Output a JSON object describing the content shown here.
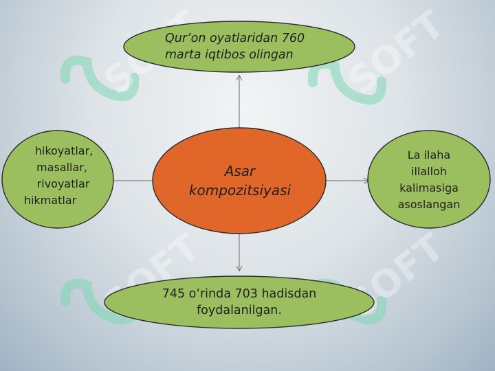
{
  "watermark": "SOFT",
  "center": {
    "lines": [
      "Asar",
      "kompozitsiyasi"
    ]
  },
  "top": {
    "lines": [
      "Qur’on oyatlaridan 760",
      "marta iqtibos olingan"
    ]
  },
  "left": {
    "lines": [
      "hikoyatlar,",
      "masallar,",
      "rivoyatlar",
      "hikmatlar"
    ]
  },
  "right": {
    "lines": [
      "La ilaha",
      "illalloh",
      "kalimasiga",
      "asoslangan"
    ]
  },
  "bottom": {
    "lines": [
      "745 o‘rinda 703 hadisdan",
      "foydalanilgan."
    ]
  },
  "colors": {
    "center_fill": "#e0662a",
    "outer_fill": "#9bbf5f",
    "node_stroke": "#2a2a2a",
    "connector": "#7f7f7f",
    "watermark": "#7fd8b4"
  }
}
